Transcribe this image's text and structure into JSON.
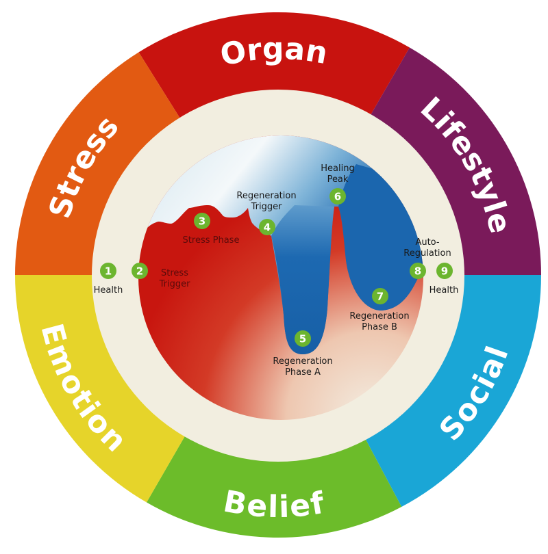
{
  "title": "Healing Cycle Wheel",
  "segments": [
    {
      "label": "Organ",
      "color": "#c8130f"
    },
    {
      "label": "Lifestyle",
      "color": "#7a1a5a"
    },
    {
      "label": "Social",
      "color": "#1aa6d6"
    },
    {
      "label": "Belief",
      "color": "#6cbc2a"
    },
    {
      "label": "Emotion",
      "color": "#e6d42a"
    },
    {
      "label": "Stress",
      "color": "#e25a12"
    }
  ],
  "ring_color": "#f2eee0",
  "stage_color": "#6cb52f",
  "curve": {
    "stress_color": "#c8160f",
    "regeneration_color": "#1a66ae",
    "sky_color": "#dfeef5"
  },
  "steps": [
    {
      "number": "1",
      "label_lines": [
        "Health"
      ]
    },
    {
      "number": "2",
      "label_lines": [
        "Stress",
        "Trigger"
      ]
    },
    {
      "number": "3",
      "label_lines": [
        "Stress Phase"
      ]
    },
    {
      "number": "4",
      "label_lines": [
        "Regeneration",
        "Trigger"
      ]
    },
    {
      "number": "5",
      "label_lines": [
        "Regeneration",
        "Phase A"
      ]
    },
    {
      "number": "6",
      "label_lines": [
        "Healing",
        "Peak"
      ]
    },
    {
      "number": "7",
      "label_lines": [
        "Regeneration",
        "Phase B"
      ]
    },
    {
      "number": "8",
      "label_lines": [
        "Auto-",
        "Regulation"
      ]
    },
    {
      "number": "9",
      "label_lines": [
        "Health"
      ]
    }
  ]
}
